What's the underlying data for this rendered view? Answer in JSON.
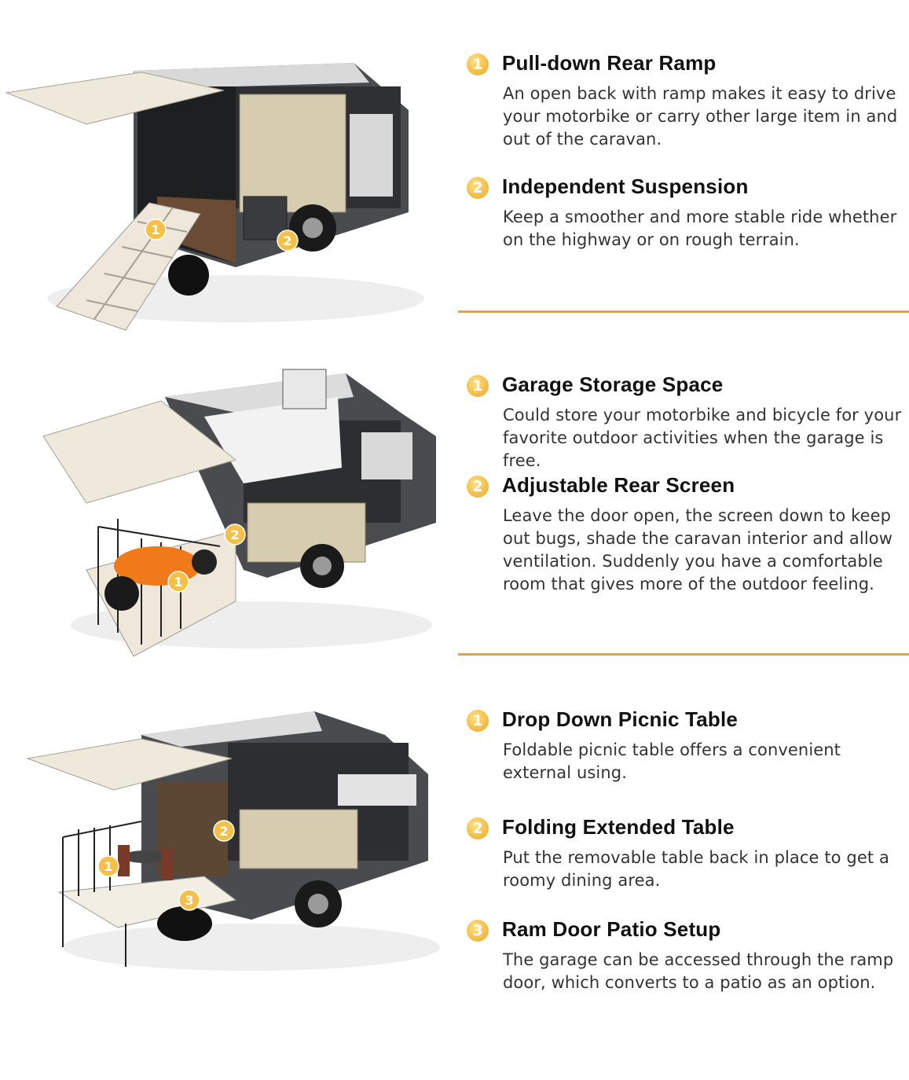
{
  "sections": [
    {
      "features": [
        {
          "num": "1",
          "title": "Pull-down Rear Ramp",
          "desc": "An open back with ramp makes it easy to drive your motorbike or carry other large item in and out of the caravan."
        },
        {
          "num": "2",
          "title": "Independent Suspension",
          "desc": "Keep a smoother and more stable ride whether on the highway or on rough terrain."
        }
      ],
      "markers": [
        "1",
        "2"
      ]
    },
    {
      "features": [
        {
          "num": "1",
          "title": "Garage Storage Space",
          "desc": "Could store your motorbike and bicycle for your favorite outdoor activities when the garage is free."
        },
        {
          "num": "2",
          "title": "Adjustable Rear Screen",
          "desc": "Leave the door open, the screen down to keep out bugs, shade the caravan interior and allow ventilation. Suddenly you have a comfortable room that gives more of the outdoor feeling."
        }
      ],
      "markers": [
        "2",
        "1"
      ]
    },
    {
      "features": [
        {
          "num": "1",
          "title": "Drop Down Picnic Table",
          "desc": "Foldable picnic table offers a convenient external using."
        },
        {
          "num": "2",
          "title": "Folding Extended Table",
          "desc": "Put the removable table back in place to get a roomy dining area."
        },
        {
          "num": "3",
          "title": "Ram Door Patio Setup",
          "desc": "The garage can be accessed through the ramp door, which converts to a patio as an option."
        }
      ],
      "markers": [
        "2",
        "1",
        "3"
      ]
    }
  ],
  "colors": {
    "accent": "#e7a33a",
    "badge": "#f5c04a"
  },
  "icons": [
    "number-badge",
    "caravan-illustration",
    "motorbike-illustration"
  ]
}
